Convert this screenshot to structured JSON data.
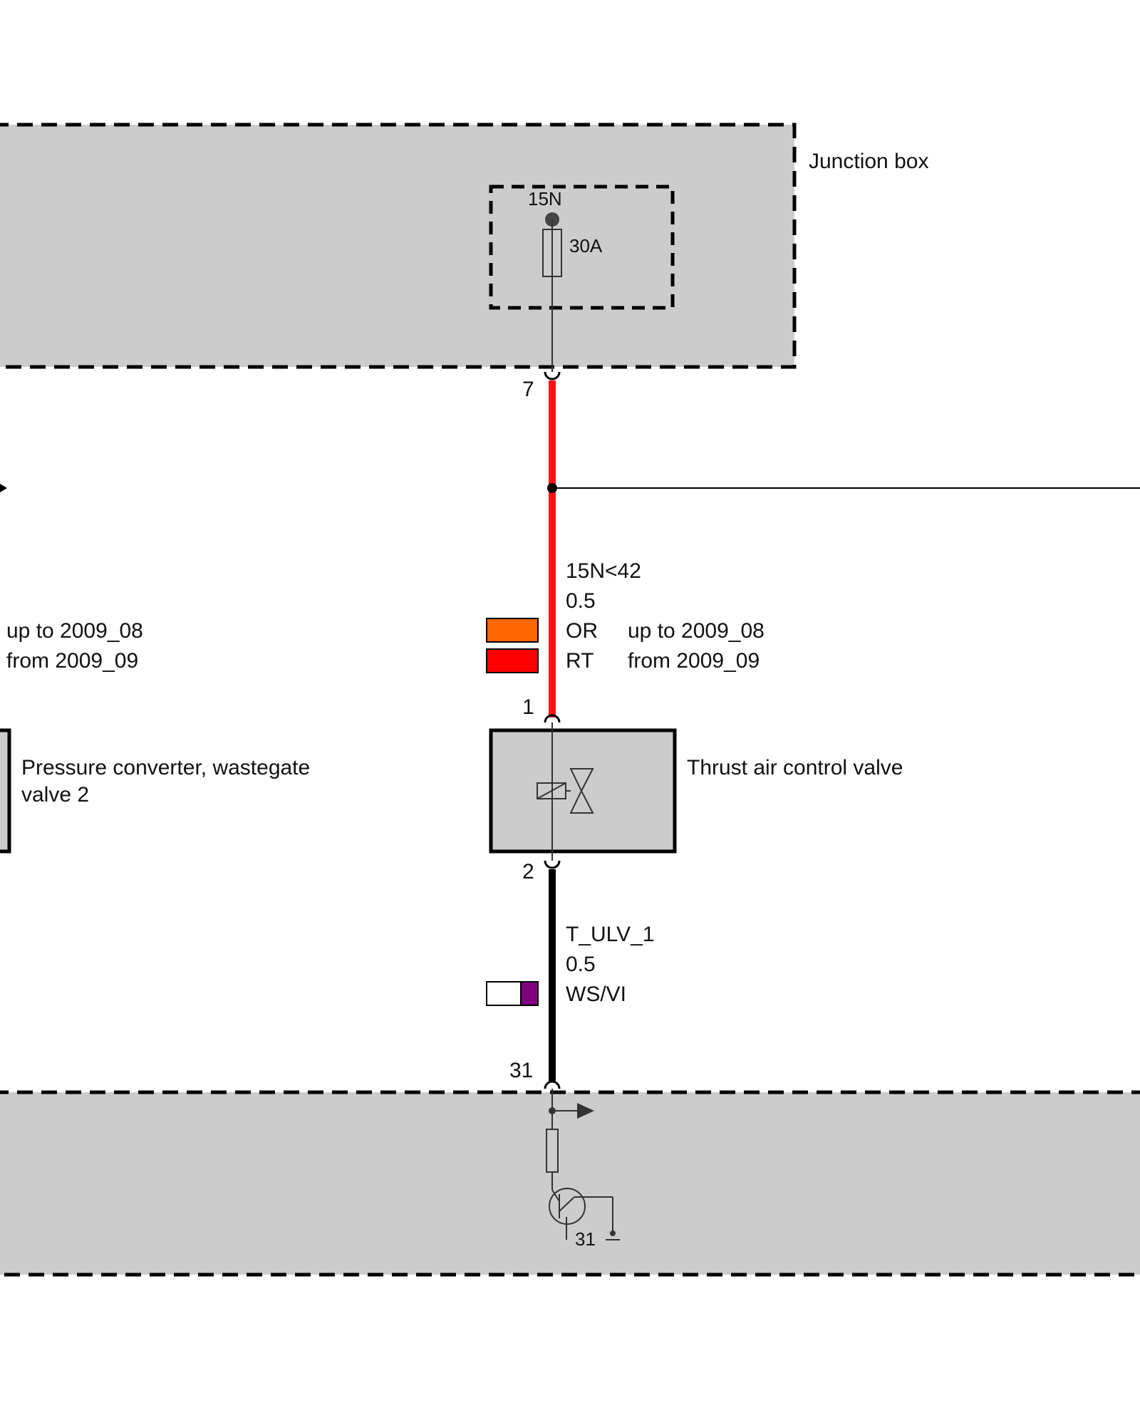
{
  "colors": {
    "box_fill": "#cccccc",
    "red_wire": "#ff1111",
    "black_wire": "#000000",
    "or_swatch": "#ff6600",
    "rt_swatch": "#ff0000",
    "ws_swatch": "#ffffff",
    "vi_swatch": "#800080",
    "symbol_stroke": "#333333"
  },
  "junction_box": {
    "label": "Junction box",
    "fuse_node": "15N",
    "fuse_rating": "30A",
    "pin": "7"
  },
  "wire_supply": {
    "name": "15N<42",
    "cross_section": "0.5",
    "color_codes": [
      {
        "code": "OR",
        "note": "up to 2009_08"
      },
      {
        "code": "RT",
        "note": "from 2009_09"
      }
    ]
  },
  "left_variant_notes": [
    "up to 2009_08",
    "from 2009_09"
  ],
  "pressure_converter": {
    "label_line1": "Pressure converter, wastegate",
    "label_line2": "valve 2"
  },
  "thrust_valve": {
    "label": "Thrust air control valve",
    "pin_top": "1",
    "pin_bottom": "2",
    "icon": "solenoid-valve-icon"
  },
  "wire_ground": {
    "name": "T_ULV_1",
    "cross_section": "0.5",
    "color_code": "WS/VI"
  },
  "control_unit": {
    "pin": "31",
    "ground_label": "31"
  }
}
